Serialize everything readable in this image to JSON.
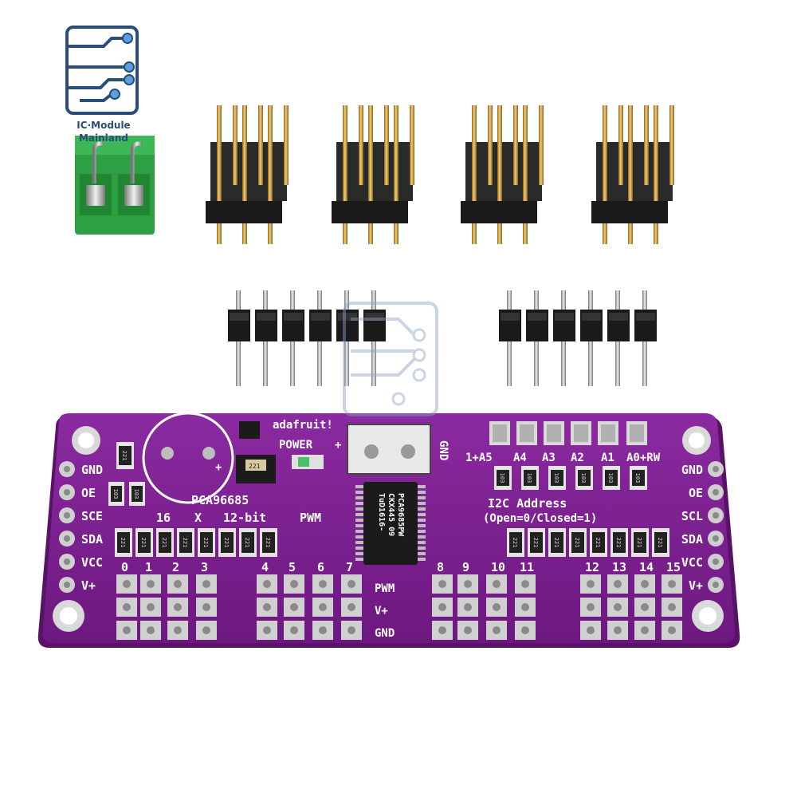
{
  "brand": {
    "logo_icon": "circuit-board-icon",
    "line1": "IC·Module",
    "line2": "Mainland"
  },
  "board": {
    "maker": "adafruit!",
    "power": "POWER",
    "plus": "+",
    "chip_id": "PCA96685",
    "spec_a": "16",
    "spec_x": "X",
    "spec_b": "12-bit",
    "pwm": "PWM",
    "left_pins": [
      "GND",
      "OE",
      "SCE",
      "SDA",
      "VCC",
      "V+"
    ],
    "right_pins": [
      "GND",
      "OE",
      "SCL",
      "SDA",
      "VCC",
      "V+"
    ],
    "addr_labels": [
      "1+A5",
      "A4",
      "A3",
      "A2",
      "A1",
      "A0+RW"
    ],
    "i2c_title": "I2C Address",
    "i2c_sub": "(Open=0/Closed=1)",
    "channels": [
      "0",
      "1",
      "2",
      "3",
      "4",
      "5",
      "6",
      "7",
      "8",
      "9",
      "10",
      "11",
      "12",
      "13",
      "14",
      "15"
    ],
    "row_labels": [
      "PWM",
      "V+",
      "GND"
    ],
    "chip_lines": [
      "PCA9685PW",
      "CKX445 09",
      "TuD1616-"
    ],
    "term_gnd": "GND",
    "resistor": "221",
    "cap": "103"
  },
  "colors": {
    "pcb": "#7a1e8e",
    "pcb_edge": "#5a1268",
    "pad": "#c8c8c8",
    "terminal": "#2ea043",
    "header": "#1a1a1a",
    "pin": "#d8a53a"
  }
}
